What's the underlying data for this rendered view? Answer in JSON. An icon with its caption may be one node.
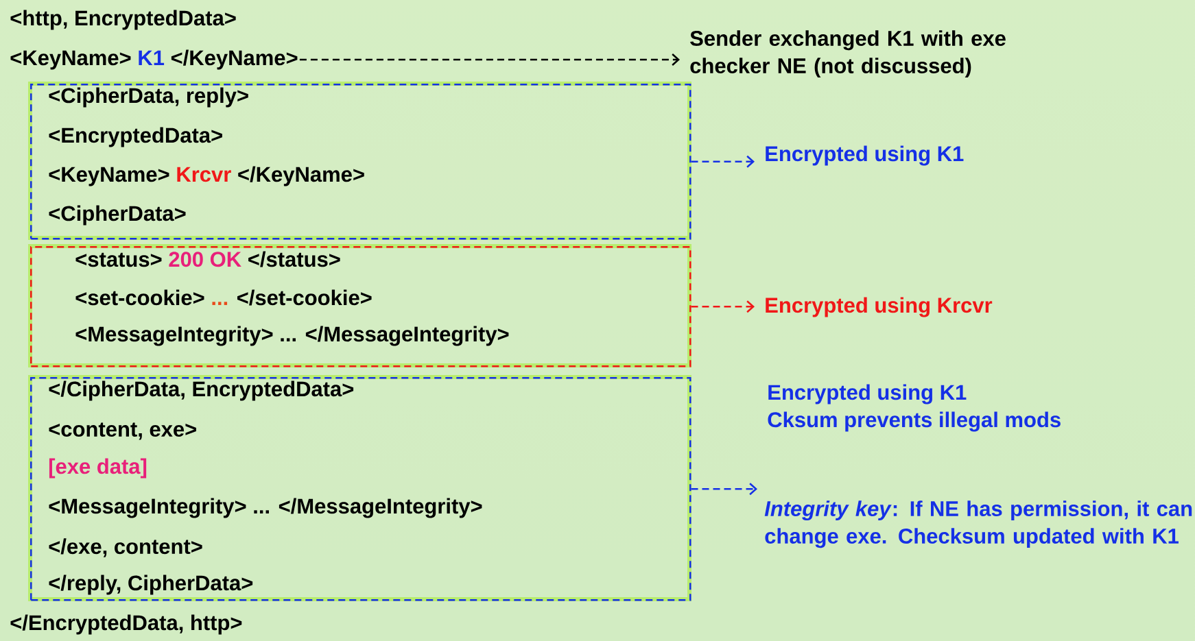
{
  "diagram": {
    "nodes": [
      {
        "text": [
          "<KeyName>",
          "K1",
          "</KeyName>"
        ]
      },
      {
        "text": [
          "Sender exchanged K1 with exe checker NE (not discussed)"
        ]
      },
      {
        "text": [
          "<CipherData, reply>",
          "<EncryptedData>",
          "<KeyName>",
          "Krcvr",
          "</KeyName>",
          "<CipherData>"
        ]
      },
      {
        "text": [
          "Encrypted using K1"
        ]
      },
      {
        "text": [
          "<status>",
          "200 OK",
          "</status>",
          "<set-cookie>",
          "...",
          "</set-cookie>",
          "<MessageIntegrity> ... </MessageIntegrity>"
        ]
      },
      {
        "text": [
          "Encrypted using Krcvr"
        ]
      },
      {
        "text": [
          "</CipherData, EncryptedData>",
          "<content, exe>",
          "[exe data]",
          "<MessageIntegrity> ... </MessageIntegrity>",
          "</exe, content>",
          "</reply, CipherData>"
        ]
      },
      {
        "text": [
          "Encrypted using K1",
          "Cksum prevents illegal mods"
        ]
      }
    ],
    "edges": [
      {
        "from": 0,
        "to": 1,
        "arrow": "to",
        "style": "dashed",
        "color": "#000000"
      },
      {
        "from": 2,
        "to": 3,
        "arrow": "to",
        "style": "dashed",
        "color": "#1530e6"
      },
      {
        "from": 4,
        "to": 5,
        "arrow": "to",
        "style": "dashed",
        "color": "#f01818"
      },
      {
        "from": 6,
        "to": 7,
        "arrow": "to",
        "style": "dashed",
        "color": "#1530e6"
      }
    ],
    "labels": [
      "<http, EncryptedData>",
      "</EncryptedData, http>",
      "*Integrity key*: If NE has permission, it can change exe. Checksum updated with K1"
    ]
  }
}
